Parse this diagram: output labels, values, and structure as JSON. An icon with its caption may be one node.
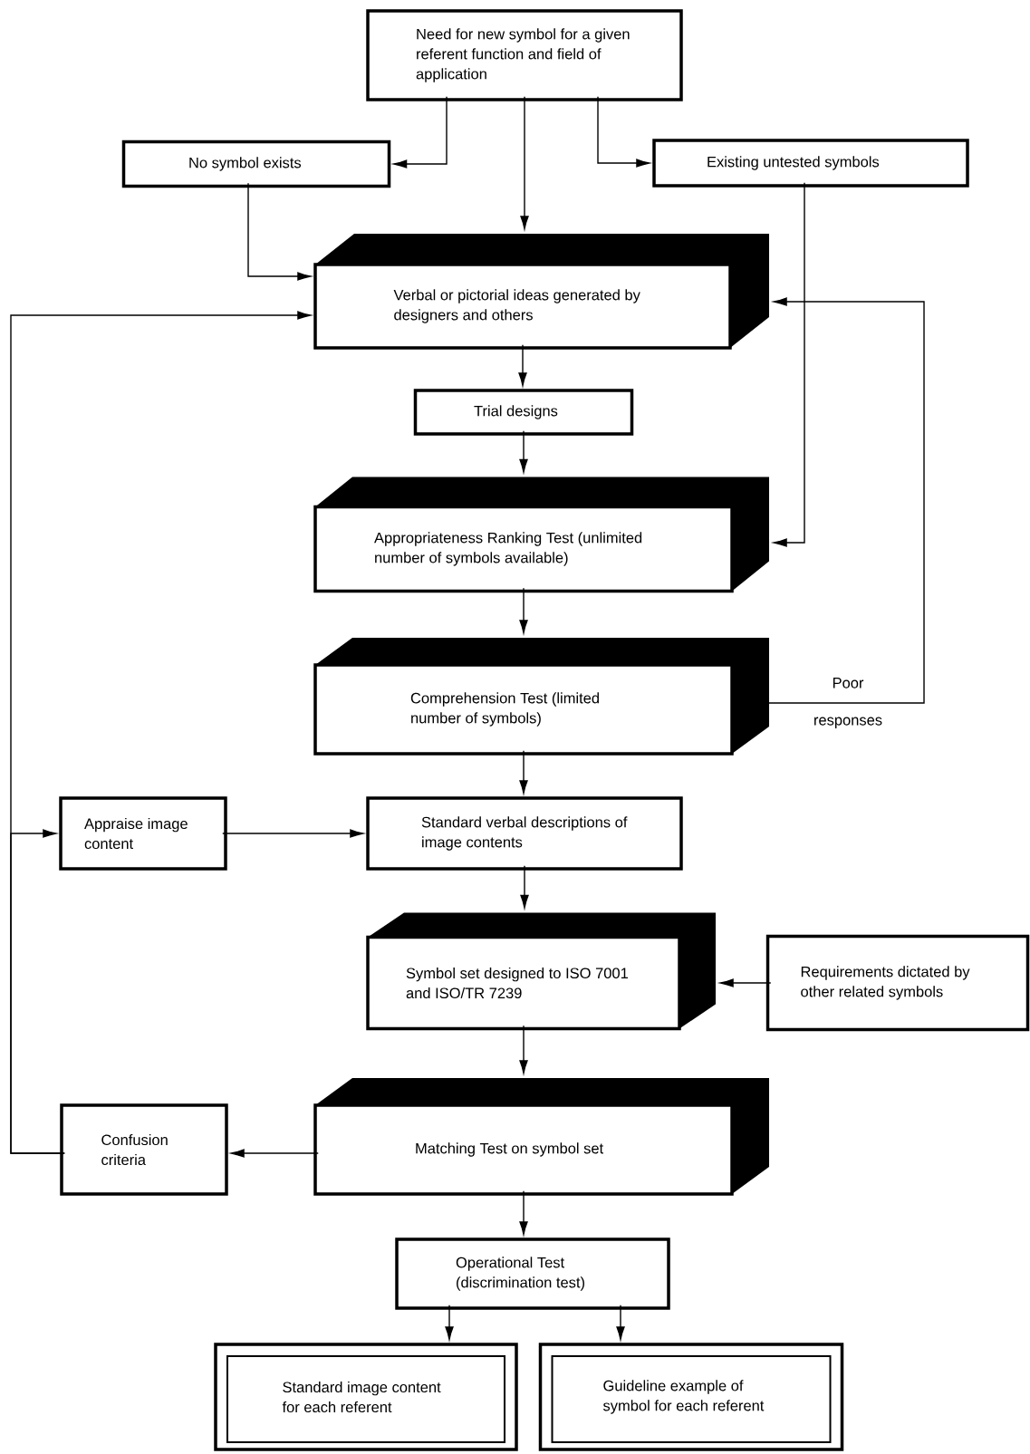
{
  "diagram": {
    "nodes": [
      {
        "text": [
          "Need for new symbol for a given referent function and field of application"
        ]
      },
      {
        "text": [
          "No symbol exists"
        ]
      },
      {
        "text": [
          "Existing untested symbols"
        ]
      },
      {
        "text": [
          "Verbal or pictorial ideas generated by designers and others"
        ]
      },
      {
        "text": [
          "Trial designs"
        ]
      },
      {
        "text": [
          "Appropriateness Ranking Test (unlimited number of symbols available)"
        ]
      },
      {
        "text": [
          "Comprehension Test (limited number of symbols)"
        ]
      },
      {
        "text": [
          "Appraise image content"
        ]
      },
      {
        "text": [
          "Standard verbal descriptions of image contents"
        ]
      },
      {
        "text": [
          "Symbol set designed to ISO 7001 and ISO/TR 7239"
        ]
      },
      {
        "text": [
          "Requirements dictated by other related symbols"
        ]
      },
      {
        "text": [
          "Matching Test on symbol set"
        ]
      },
      {
        "text": [
          "Confusion criteria"
        ]
      },
      {
        "text": [
          "Operational Test (discrimination test)"
        ]
      },
      {
        "text": [
          "Standard image content for each referent"
        ]
      },
      {
        "text": [
          "Guideline example of symbol for each referent"
        ]
      }
    ],
    "edges": [
      {
        "from": 0,
        "to": 1,
        "arrow": "to"
      },
      {
        "from": 0,
        "to": 2,
        "arrow": "to"
      },
      {
        "from": 0,
        "to": 3,
        "arrow": "to"
      },
      {
        "from": 1,
        "to": 3,
        "arrow": "to"
      },
      {
        "from": 2,
        "to": 5,
        "arrow": "to"
      },
      {
        "from": 6,
        "to": 3,
        "arrow": "to",
        "label": "Poor responses"
      },
      {
        "from": 3,
        "to": 4,
        "arrow": "to"
      },
      {
        "from": 4,
        "to": 5,
        "arrow": "to"
      },
      {
        "from": 5,
        "to": 6,
        "arrow": "to"
      },
      {
        "from": 6,
        "to": 8,
        "arrow": "to"
      },
      {
        "from": 7,
        "to": 8,
        "arrow": "to"
      },
      {
        "from": 8,
        "to": 9,
        "arrow": "to"
      },
      {
        "from": 10,
        "to": 9,
        "arrow": "to"
      },
      {
        "from": 9,
        "to": 11,
        "arrow": "to"
      },
      {
        "from": 11,
        "to": 12,
        "arrow": "to"
      },
      {
        "from": 12,
        "to": 3,
        "arrow": "to"
      },
      {
        "from": 12,
        "to": 7,
        "arrow": "to"
      },
      {
        "from": 11,
        "to": 13,
        "arrow": "to"
      },
      {
        "from": 13,
        "to": 14,
        "arrow": "to"
      },
      {
        "from": 13,
        "to": 15,
        "arrow": "to"
      }
    ]
  }
}
